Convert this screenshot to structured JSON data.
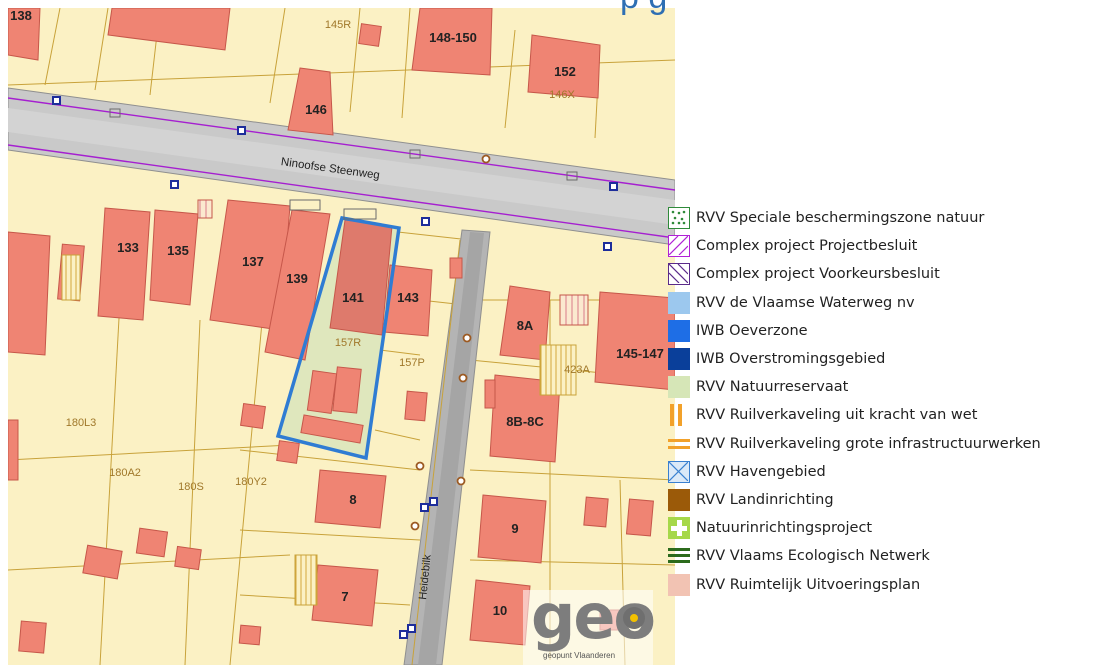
{
  "header": {
    "title_partial": "p     g"
  },
  "map": {
    "street_labels": [
      "Ninoofse Steenweg",
      "Heidebilk"
    ],
    "building_labels": [
      "138",
      "148-150",
      "152",
      "146",
      "133",
      "135",
      "137",
      "139",
      "141",
      "143",
      "8A",
      "145-147",
      "8B-8C",
      "8",
      "9",
      "7",
      "10"
    ],
    "parcel_labels": [
      "145R",
      "146X",
      "157R",
      "157P",
      "423A",
      "180L3",
      "180A2",
      "180S",
      "180Y2"
    ],
    "colors": {
      "parcel_fill": "#fbf1c4",
      "parcel_line": "#c8a23a",
      "building_fill": "#ef8473",
      "building_line": "#c6574a",
      "road": "#c9c9c9",
      "road_edge": "#8f8f8f",
      "gray_lane": "#b4b4b4",
      "purple_line": "#a51fd0",
      "selection": "#2f7cd3",
      "selection_fill": "#dfe7bd",
      "reserve_fill": "#d6e6b7",
      "manhole_blue": "#1d2d9b",
      "node_brown": "#9c5a22"
    }
  },
  "legend": {
    "items": [
      {
        "label": "RVV Speciale beschermingszone natuur",
        "icon": "dotted-green-square-icon"
      },
      {
        "label": "Complex project Projectbesluit",
        "icon": "purple-hatch-icon"
      },
      {
        "label": "Complex project Voorkeursbesluit",
        "icon": "purple-cross-hatch-icon"
      },
      {
        "label": "RVV de Vlaamse Waterweg nv",
        "icon": "light-blue-square-icon"
      },
      {
        "label": "IWB Oeverzone",
        "icon": "blue-square-icon"
      },
      {
        "label": "IWB Overstromingsgebied",
        "icon": "dark-blue-square-icon"
      },
      {
        "label": "RVV Natuurreservaat",
        "icon": "pale-green-square-icon"
      },
      {
        "label": "RVV Ruilverkaveling uit kracht van wet",
        "icon": "orange-vertical-stripes-icon"
      },
      {
        "label": "RVV Ruilverkaveling grote infrastructuurwerken",
        "icon": "orange-horizontal-stripes-icon"
      },
      {
        "label": "RVV Havengebied",
        "icon": "blue-x-box-icon"
      },
      {
        "label": "RVV Landinrichting",
        "icon": "brown-square-icon"
      },
      {
        "label": "Natuurinrichtingsproject",
        "icon": "green-plus-icon"
      },
      {
        "label": "RVV Vlaams Ecologisch Netwerk",
        "icon": "green-lines-icon"
      },
      {
        "label": "RVV Ruimtelijk Uitvoeringsplan",
        "icon": "salmon-square-icon"
      }
    ]
  },
  "logo": {
    "word": "geo",
    "tagline": "geopunt Vlaanderen"
  }
}
